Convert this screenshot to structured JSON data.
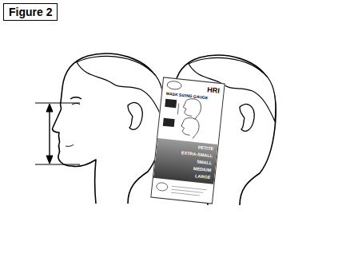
{
  "diagram": {
    "title": "Figure 2",
    "nodes": [
      {
        "text": [
          "HRI",
          "MASK SIZING GAUGE",
          "PETITE",
          "EXTRA-SMALL",
          "SMALL",
          "MEDIUM",
          "LARGE"
        ]
      }
    ]
  }
}
